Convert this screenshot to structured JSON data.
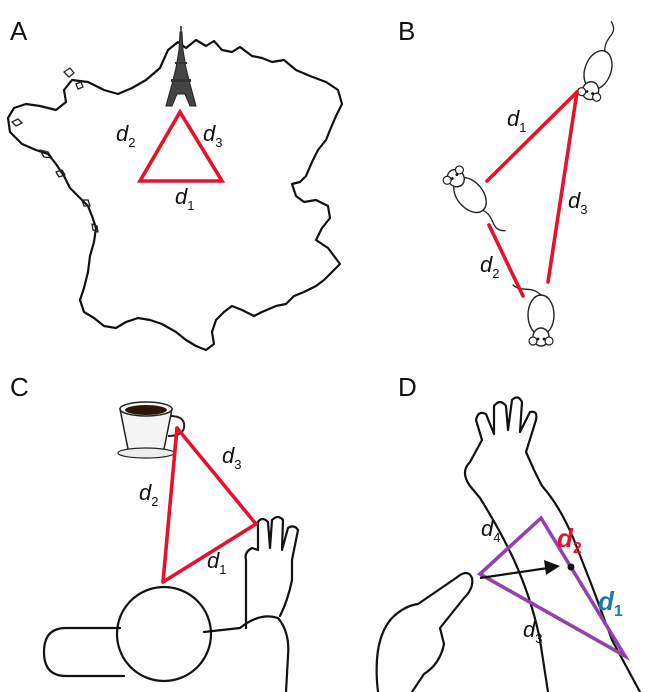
{
  "panels": {
    "a": {
      "letter": "A",
      "labels": {
        "d1": {
          "base": "d",
          "sub": "1"
        },
        "d2": {
          "base": "d",
          "sub": "2"
        },
        "d3": {
          "base": "d",
          "sub": "3"
        }
      }
    },
    "b": {
      "letter": "B",
      "labels": {
        "d1": {
          "base": "d",
          "sub": "1"
        },
        "d2": {
          "base": "d",
          "sub": "2"
        },
        "d3": {
          "base": "d",
          "sub": "3"
        }
      }
    },
    "c": {
      "letter": "C",
      "labels": {
        "d1": {
          "base": "d",
          "sub": "1"
        },
        "d2": {
          "base": "d",
          "sub": "2"
        },
        "d3": {
          "base": "d",
          "sub": "3"
        }
      }
    },
    "d": {
      "letter": "D",
      "labels": {
        "d1": {
          "base": "d",
          "sub": "1"
        },
        "d2": {
          "base": "d",
          "sub": "2"
        },
        "d3": {
          "base": "d",
          "sub": "3"
        },
        "d4": {
          "base": "d",
          "sub": "4"
        }
      }
    }
  },
  "colors": {
    "triangle_red": "#e8102b",
    "triangle_purple": "#9242b0",
    "d2_highlight": "#e8102b",
    "d1_highlight": "#1f77b4",
    "outline": "#111111"
  },
  "icons": [
    "eiffel-tower-icon",
    "mouse-icon",
    "coffee-cup-icon",
    "hand-icon",
    "head-icon",
    "arm-icon",
    "pointing-hand-icon"
  ]
}
